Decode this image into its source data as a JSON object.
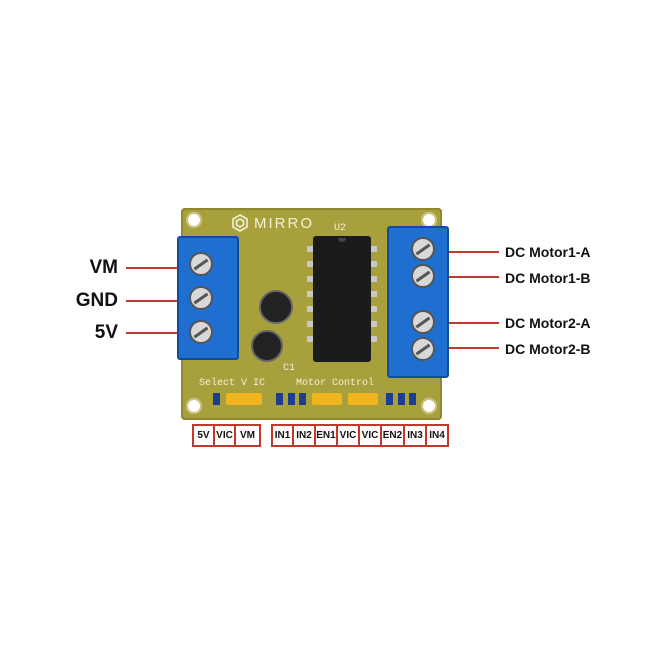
{
  "left_labels": [
    "VM",
    "GND",
    "5V"
  ],
  "right_labels": [
    "DC Motor1-A",
    "DC Motor1-B",
    "DC Motor2-A",
    "DC Motor2-B"
  ],
  "board": {
    "brand": "MIRRO",
    "chip_label": "U2",
    "cap_label": "C1",
    "select_label": "Select V IC",
    "motor_label": "Motor Control"
  },
  "pins_select": [
    "5V",
    "VIC",
    "VM"
  ],
  "pins_control": [
    "IN1",
    "IN2",
    "EN1",
    "VIC",
    "VIC",
    "EN2",
    "IN3",
    "IN4"
  ],
  "colors": {
    "board": "#a8a03c",
    "terminal": "#1f6fd0",
    "lead": "#c0392b",
    "jumper": "#f0b51c"
  }
}
